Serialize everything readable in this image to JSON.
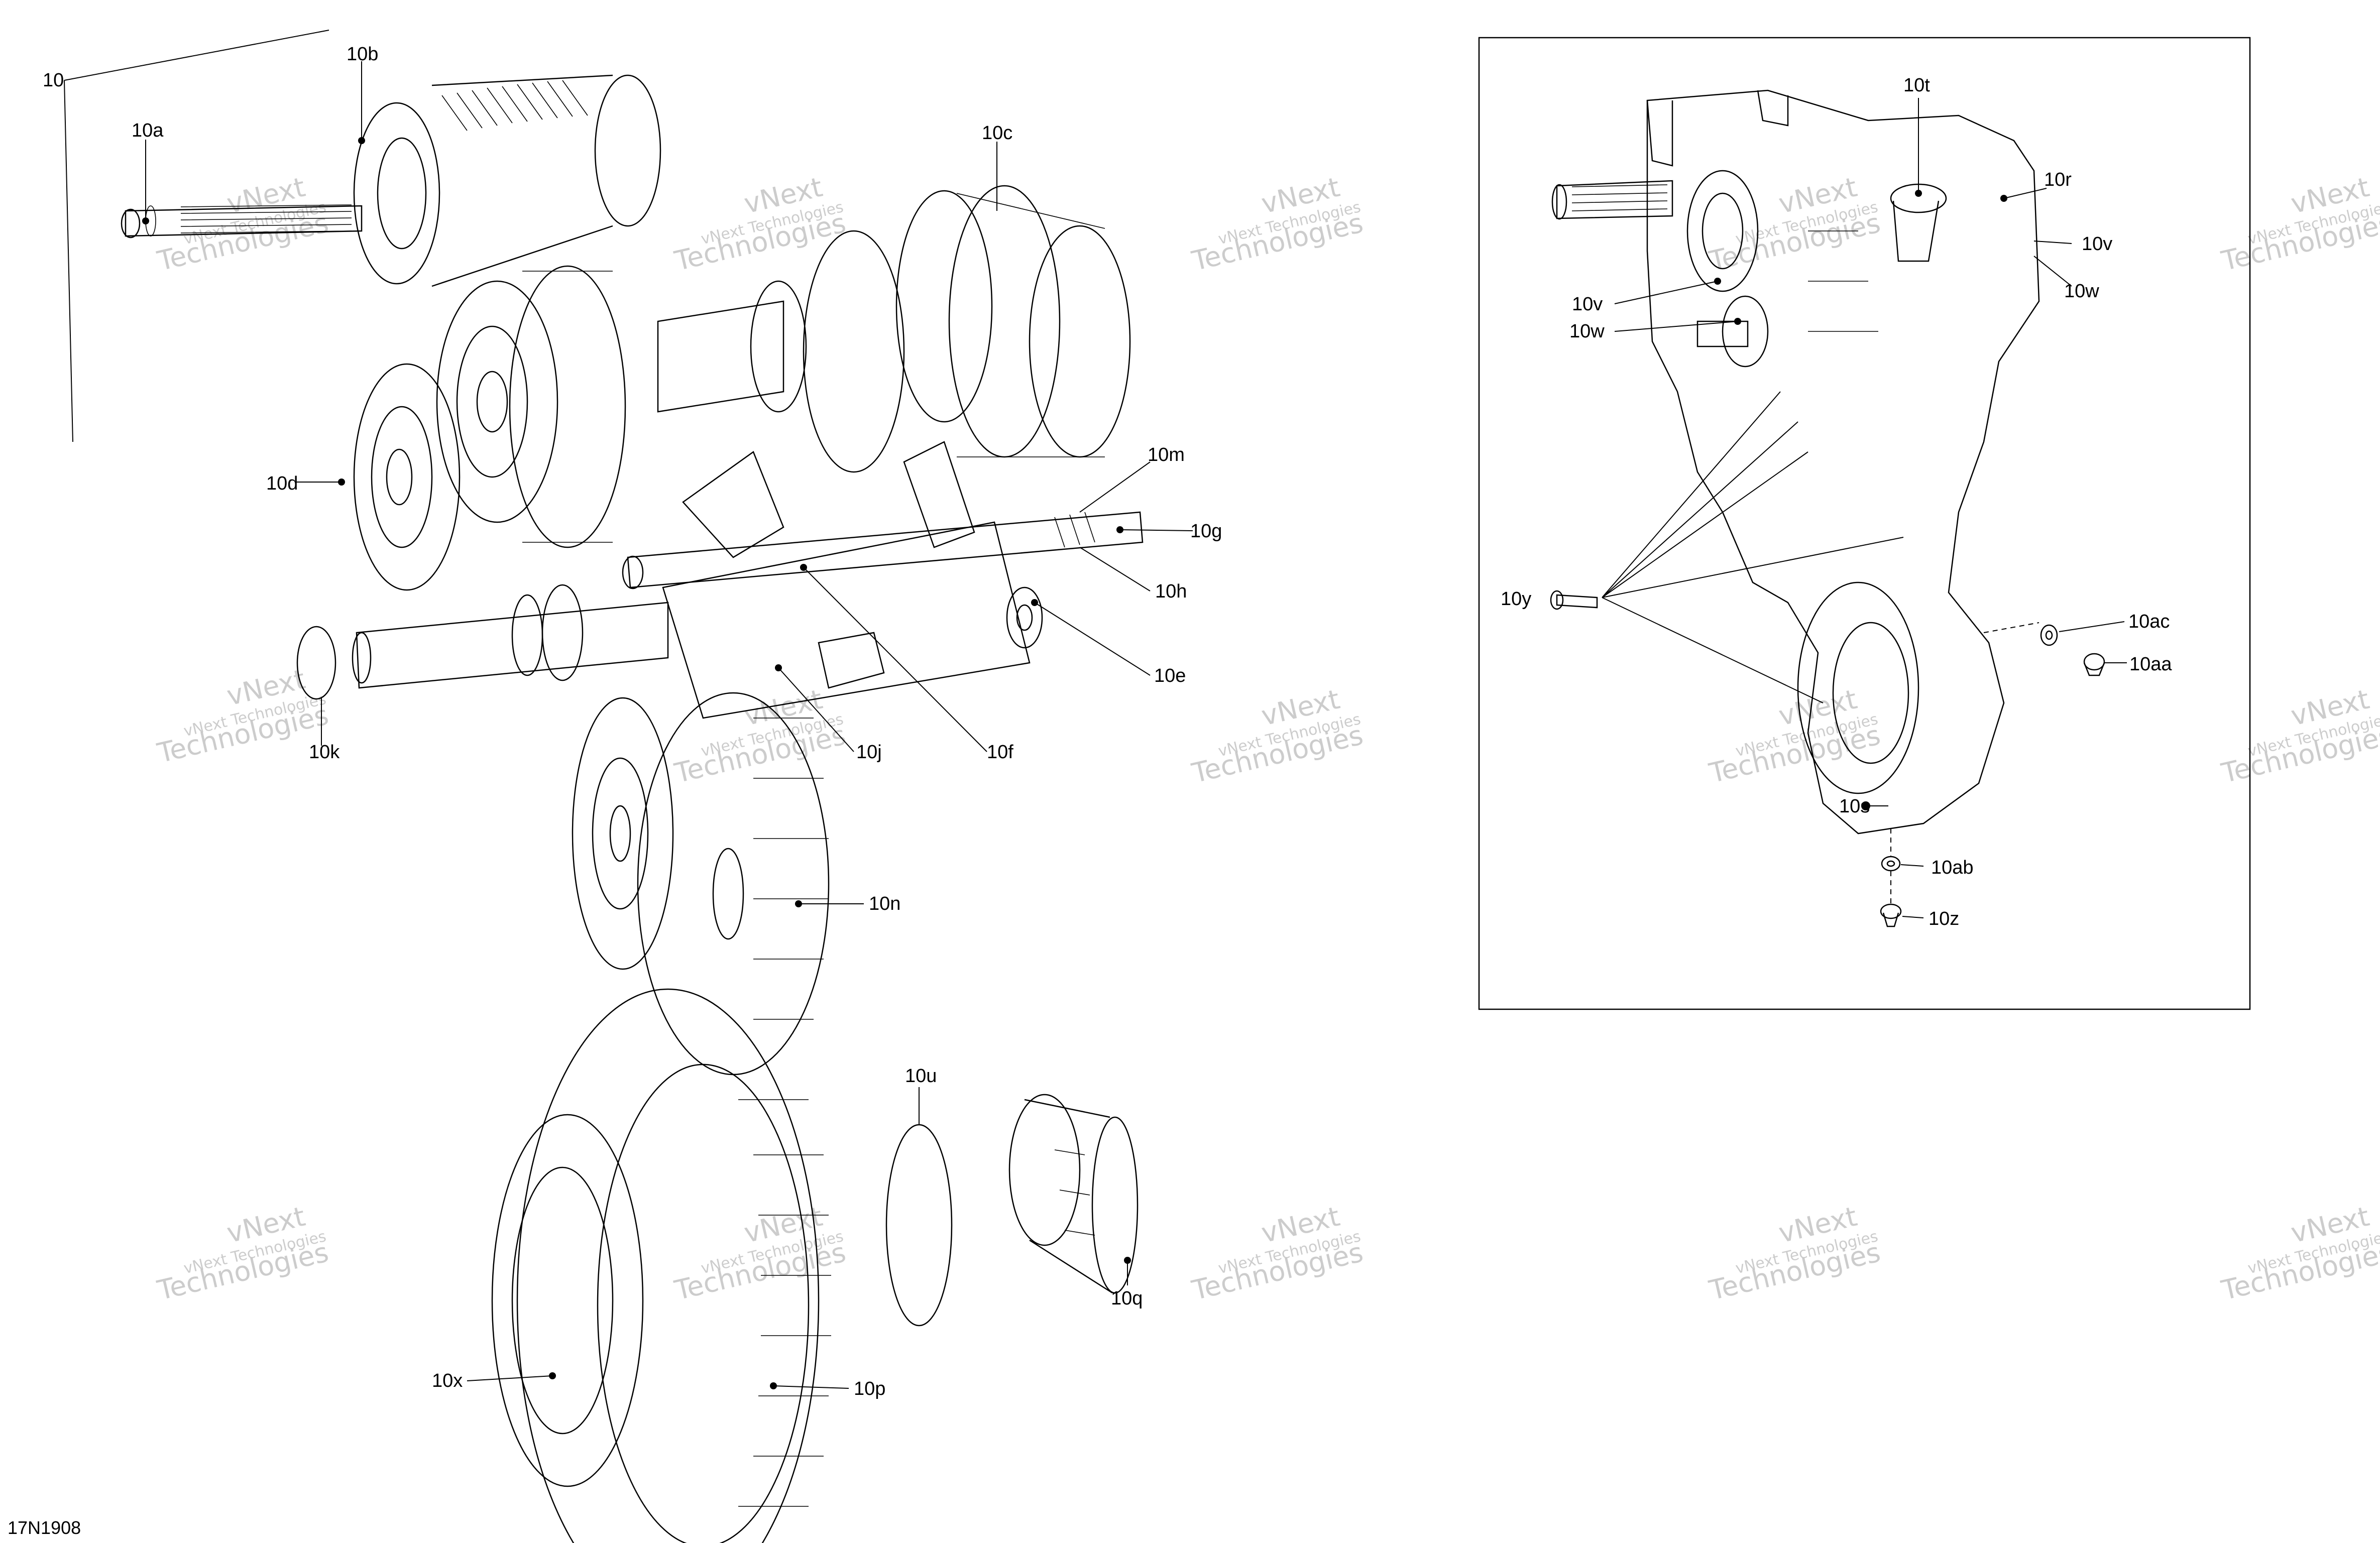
{
  "diagram": {
    "reference_code": "17N1908",
    "watermark": {
      "line1": "vNext Technologies",
      "line2": "vNext",
      "line3": "Technologies"
    },
    "callouts": {
      "c10": "10",
      "c10a": "10a",
      "c10b": "10b",
      "c10c": "10c",
      "c10d": "10d",
      "c10e": "10e",
      "c10f": "10f",
      "c10g": "10g",
      "c10h": "10h",
      "c10j": "10j",
      "c10k": "10k",
      "c10m": "10m",
      "c10n": "10n",
      "c10p": "10p",
      "c10q": "10q",
      "c10r": "10r",
      "c10s": "10s",
      "c10t": "10t",
      "c10u": "10u",
      "c10v_a": "10v",
      "c10v_b": "10v",
      "c10w_a": "10w",
      "c10w_b": "10w",
      "c10x": "10x",
      "c10y": "10y",
      "c10z": "10z",
      "c10aa": "10aa",
      "c10ab": "10ab",
      "c10ac": "10ac"
    }
  }
}
